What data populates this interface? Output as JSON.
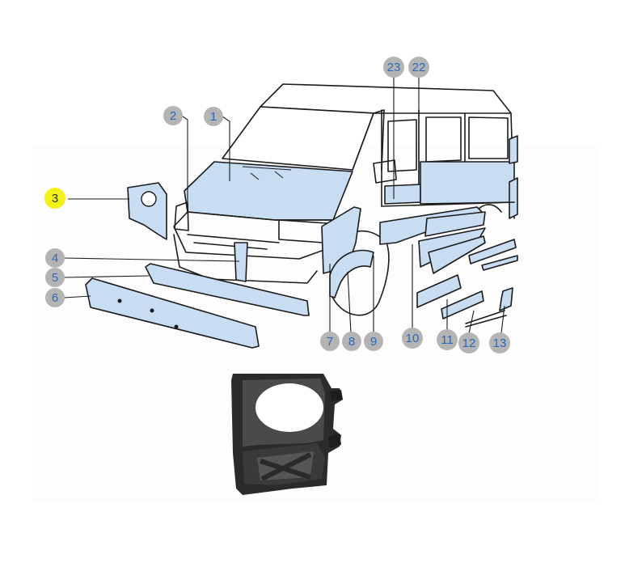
{
  "diagram": {
    "callouts": [
      {
        "id": "1",
        "text": "1",
        "highlight": false
      },
      {
        "id": "2",
        "text": "2",
        "highlight": false
      },
      {
        "id": "3",
        "text": "3",
        "highlight": true
      },
      {
        "id": "4",
        "text": "4",
        "highlight": false
      },
      {
        "id": "5",
        "text": "5",
        "highlight": false
      },
      {
        "id": "6",
        "text": "6",
        "highlight": false
      },
      {
        "id": "7",
        "text": "7",
        "highlight": false
      },
      {
        "id": "8",
        "text": "8",
        "highlight": false
      },
      {
        "id": "9",
        "text": "9",
        "highlight": false
      },
      {
        "id": "10",
        "text": "10",
        "highlight": false
      },
      {
        "id": "11",
        "text": "11",
        "highlight": false
      },
      {
        "id": "12",
        "text": "12",
        "highlight": false
      },
      {
        "id": "13",
        "text": "13",
        "highlight": false
      },
      {
        "id": "22",
        "text": "22",
        "highlight": false
      },
      {
        "id": "23",
        "text": "23",
        "highlight": false
      }
    ],
    "colors": {
      "panel_fill": "#c8dcf2",
      "callout_fill": "#b4b4b4",
      "callout_text": "#2a6ab5",
      "highlight_fill": "#f2f21a",
      "outline": "#1b1b1b",
      "part_photo": "#2b2b2b"
    }
  }
}
